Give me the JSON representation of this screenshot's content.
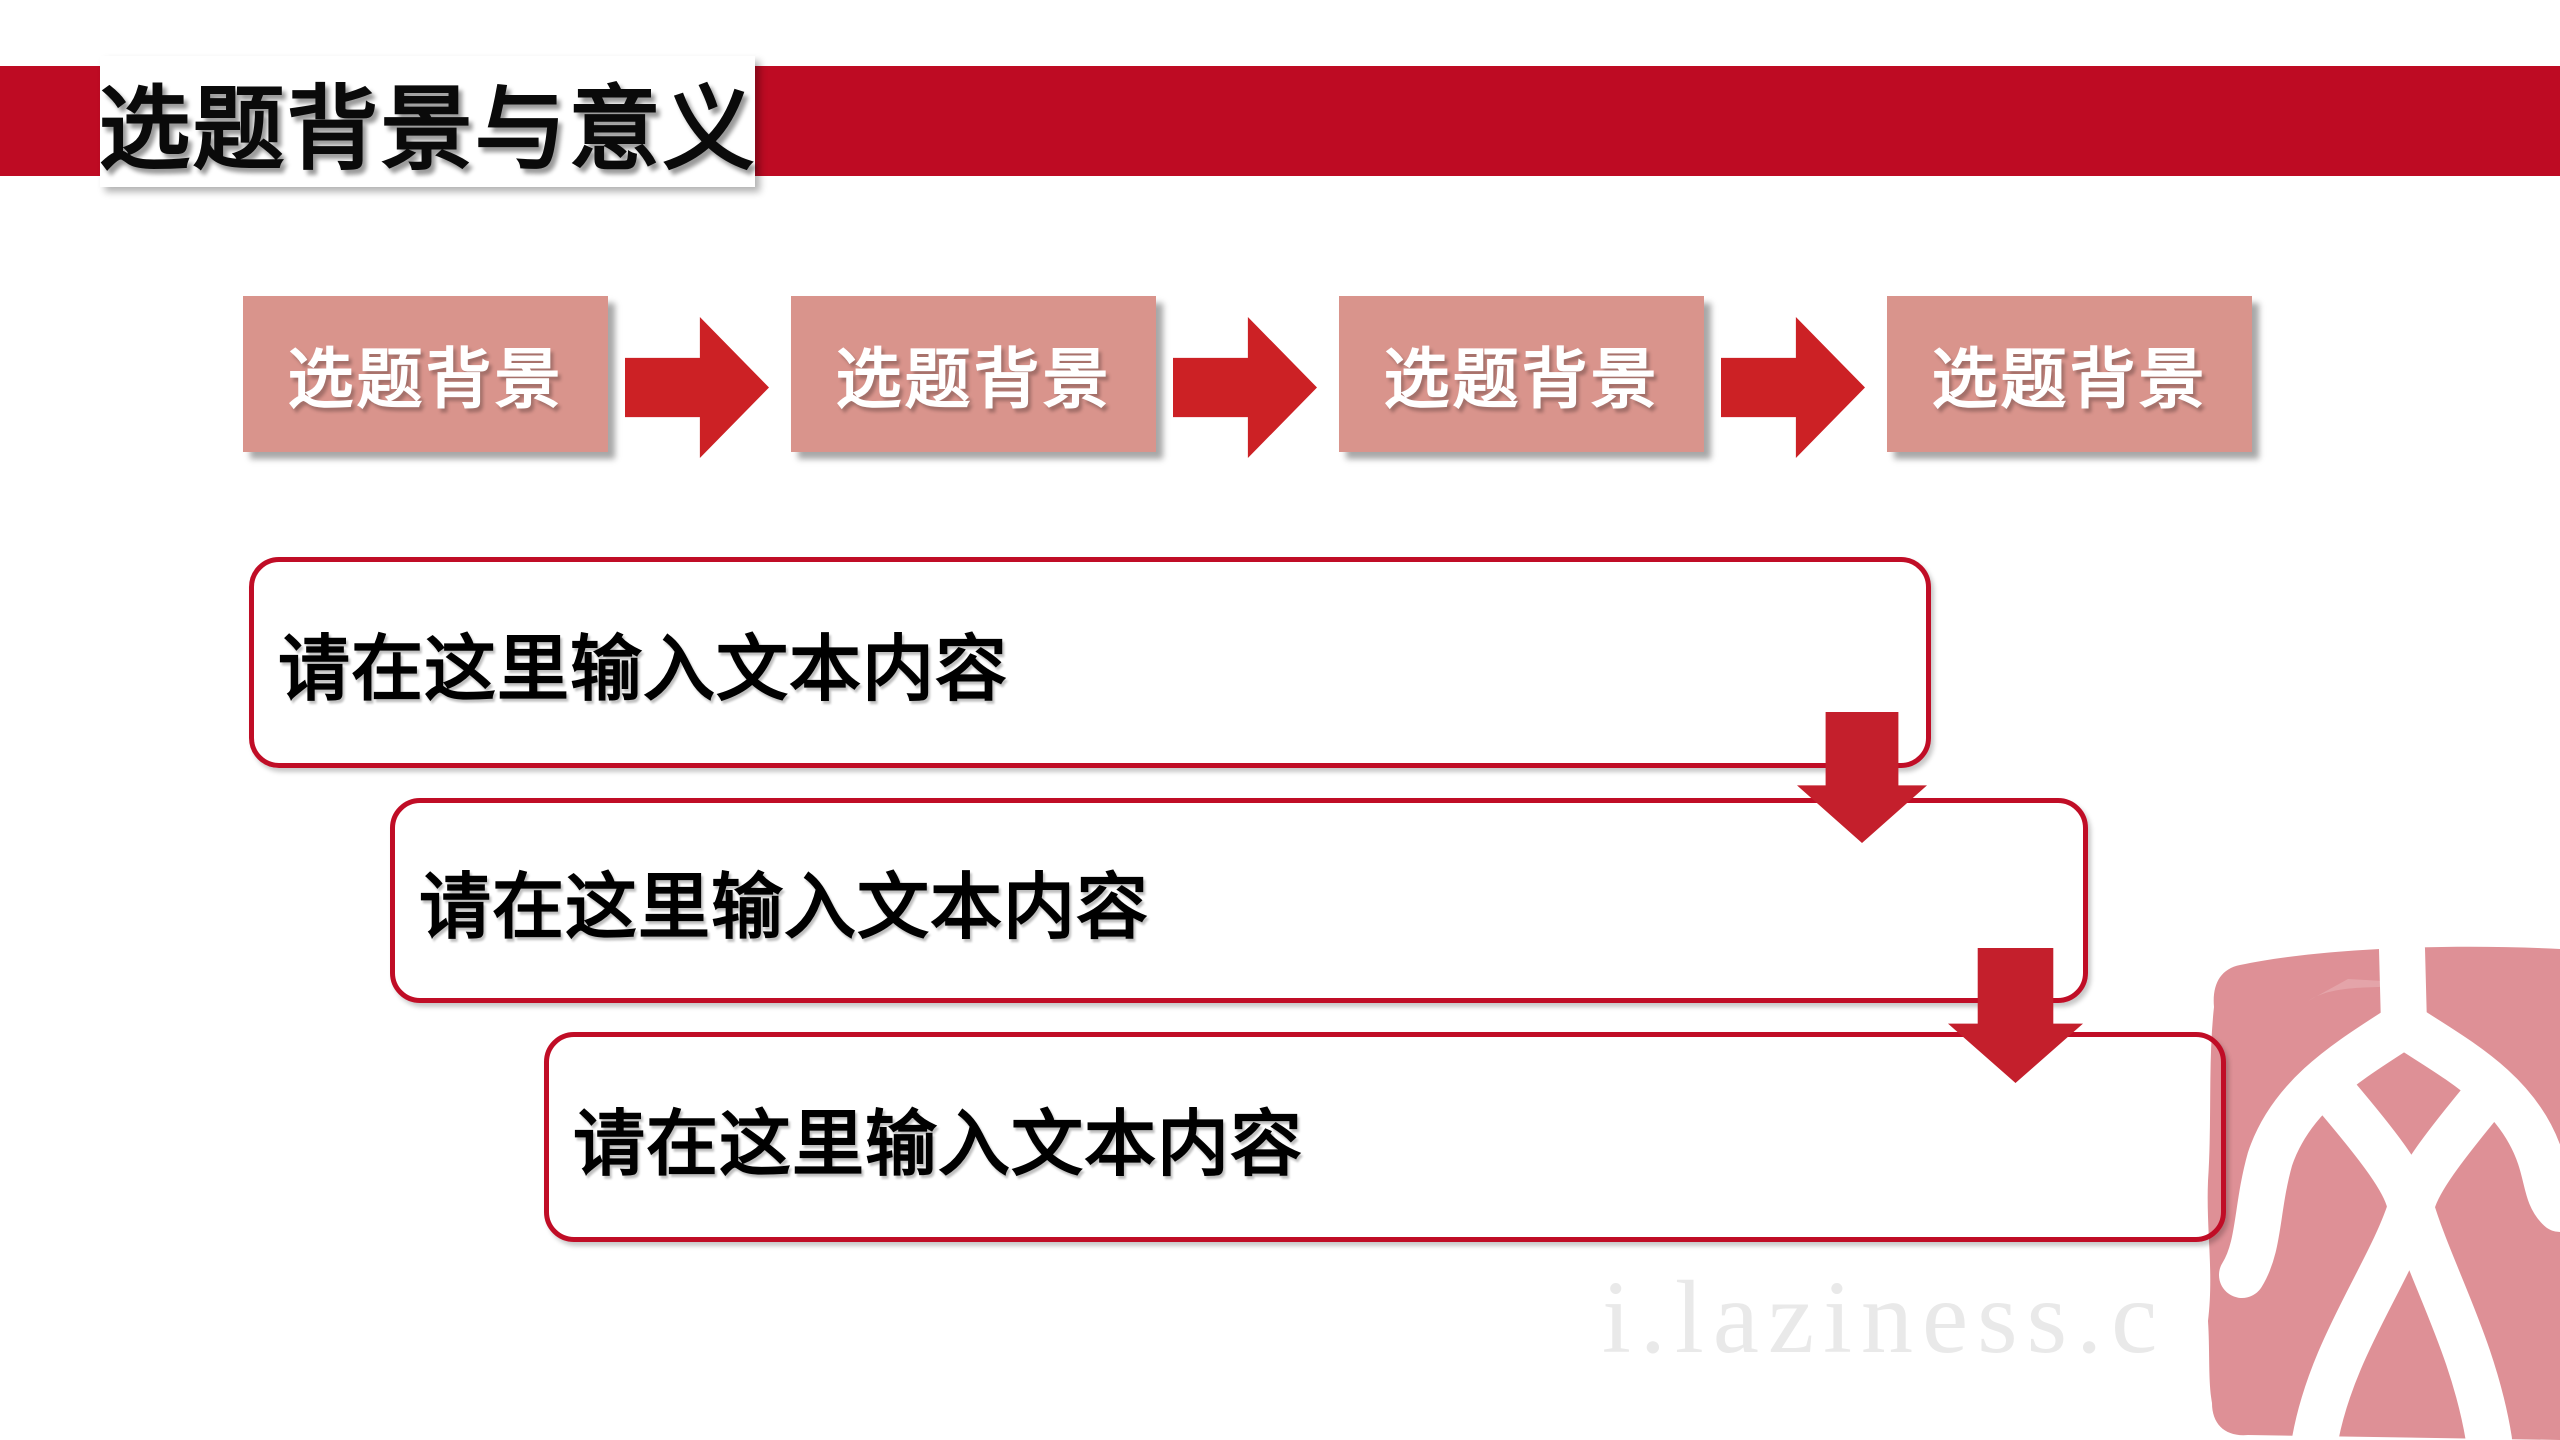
{
  "slide": {
    "title": "选题背景与意义",
    "flow": {
      "steps": [
        {
          "label": "选题背景"
        },
        {
          "label": "选题背景"
        },
        {
          "label": "选题背景"
        },
        {
          "label": "选题背景"
        }
      ]
    },
    "text_boxes": [
      {
        "text": "请在这里输入文本内容"
      },
      {
        "text": "请在这里输入文本内容"
      },
      {
        "text": "请在这里输入文本内容"
      }
    ],
    "watermark": "i.laziness.c",
    "colors": {
      "header_red": "#be0b23",
      "flow_box_pink": "#d9948c",
      "flow_arrow_red": "#cc2125",
      "outline_red": "#c00d26",
      "down_arrow_red": "#c41f2c",
      "seal_pink": "#de9096",
      "watermark_gray": "#e9e9e9"
    }
  }
}
